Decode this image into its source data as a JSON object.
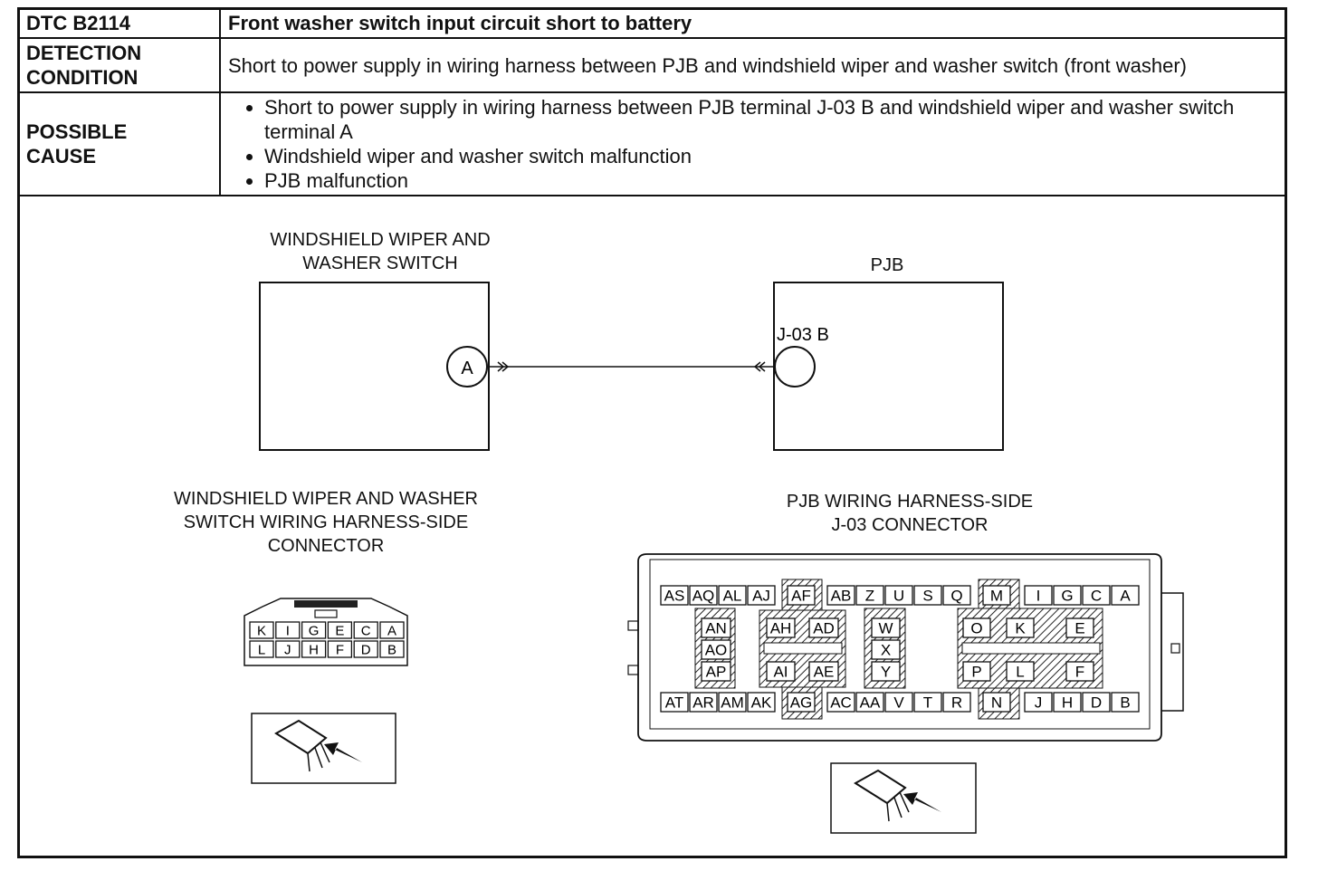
{
  "header": {
    "dtc_label": "DTC B2114",
    "dtc_title": "Front washer switch input circuit short to battery",
    "detection_label_1": "DETECTION",
    "detection_label_2": "CONDITION",
    "detection_text": "Short to power supply in wiring harness between PJB and windshield wiper and washer switch (front washer)",
    "cause_label_1": "POSSIBLE",
    "cause_label_2": "CAUSE",
    "causes": [
      "Short to power supply in wiring harness between PJB terminal J-03 B and windshield wiper and washer switch terminal A",
      "Windshield wiper and washer switch malfunction",
      "PJB malfunction"
    ]
  },
  "diagram": {
    "switch_title_1": "WINDSHIELD WIPER AND",
    "switch_title_2": "WASHER SWITCH",
    "pjb_title": "PJB",
    "terminal_a": "A",
    "terminal_j03b": "J-03 B",
    "switch_connector_title_1": "WINDSHIELD WIPER AND WASHER",
    "switch_connector_title_2": "SWITCH WIRING HARNESS-SIDE",
    "switch_connector_title_3": "CONNECTOR",
    "pjb_connector_title_1": "PJB WIRING HARNESS-SIDE",
    "pjb_connector_title_2": "J-03 CONNECTOR",
    "switch_pins_top": [
      "K",
      "I",
      "G",
      "E",
      "C",
      "A"
    ],
    "switch_pins_bottom": [
      "L",
      "J",
      "H",
      "F",
      "D",
      "B"
    ],
    "pjb_top_row": [
      "AS",
      "AQ",
      "AL",
      "AJ",
      "AF",
      "AB",
      "Z",
      "U",
      "S",
      "Q",
      "M",
      "I",
      "G",
      "C",
      "A"
    ],
    "pjb_bottom_row": [
      "AT",
      "AR",
      "AM",
      "AK",
      "AG",
      "AC",
      "AA",
      "V",
      "T",
      "R",
      "N",
      "J",
      "H",
      "D",
      "B"
    ],
    "pjb_col_an": [
      "AN",
      "AO",
      "AP"
    ],
    "pjb_col_ah": [
      "AH",
      "AI"
    ],
    "pjb_col_ad": [
      "AD",
      "AE"
    ],
    "pjb_col_w": [
      "W",
      "X",
      "Y"
    ],
    "pjb_col_o": [
      "O",
      "P"
    ],
    "pjb_col_k": [
      "K",
      "L"
    ],
    "pjb_col_e": [
      "E",
      "F"
    ]
  }
}
